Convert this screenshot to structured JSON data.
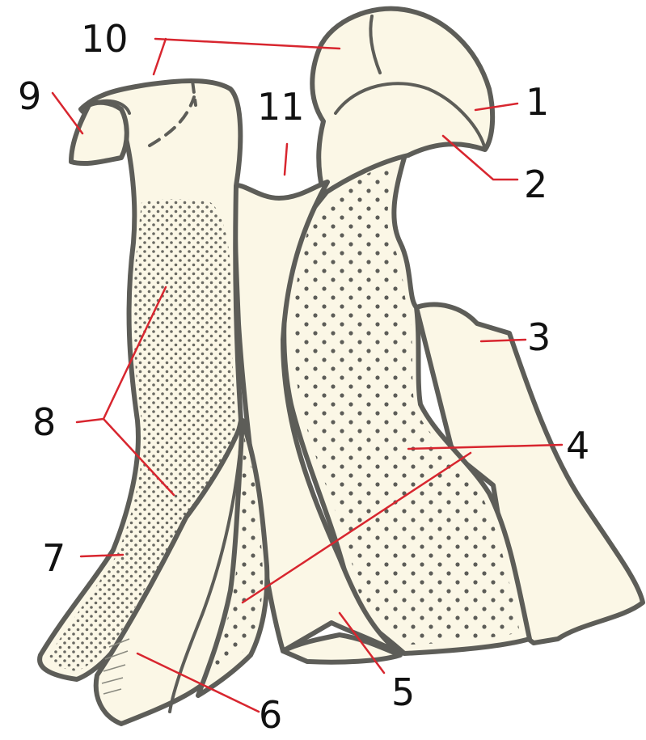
{
  "labels": {
    "l1": "1",
    "l2": "2",
    "l3": "3",
    "l4": "4",
    "l5": "5",
    "l6": "6",
    "l7": "7",
    "l8": "8",
    "l9": "9",
    "l10": "10",
    "l11": "11"
  },
  "colors": {
    "fill": "#fbf7e6",
    "outline": "#5d5d58",
    "leader": "#d8262f",
    "label": "#111111"
  }
}
